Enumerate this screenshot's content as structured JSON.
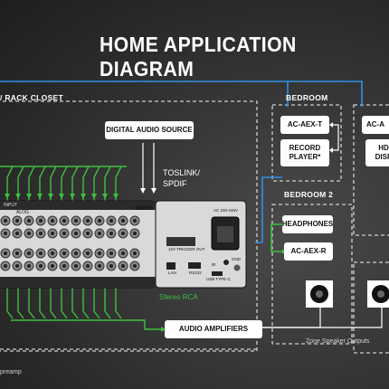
{
  "title": "HOME APPLICATION DIAGRAM",
  "zones": {
    "rack_closet": "/ RACK CLOSET",
    "bedroom": "BEDROOM",
    "bedroom2": "BEDROOM 2"
  },
  "devices": {
    "digital_audio_source": "DIGITAL AUDIO SOURCE",
    "ac_aex_t": "AC-AEX-T",
    "record_player": "RECORD PLAYER*",
    "ac_a": "AC-A",
    "hd_display": "HD DISP",
    "headphones": "HEADPHONES",
    "ac_aex_r": "AC-AEX-R",
    "audio_amplifiers": "AUDIO AMPLIFIERS"
  },
  "labels": {
    "toslink": "TOSLINK/",
    "spdif": "SPDIF",
    "stereo_rca": "Stereo RCA",
    "zone_speaker_outputs": "Zone Speaker Outputs",
    "preamp": "preamp"
  },
  "rack_unit": {
    "digital": "DIGITAL",
    "analog": "ALOG",
    "input": "INPUT",
    "power": "AC 100-240V",
    "trigger": "12V TRIGGER OUT",
    "lan": "LAN",
    "rs232": "RS232",
    "usb": "USB TYPE-C",
    "ir": "IR",
    "gnd": "GND"
  },
  "colors": {
    "accent_blue": "#2f8fe6",
    "accent_green": "#3fbf3f",
    "dashed_border": "#cfcfcf"
  }
}
